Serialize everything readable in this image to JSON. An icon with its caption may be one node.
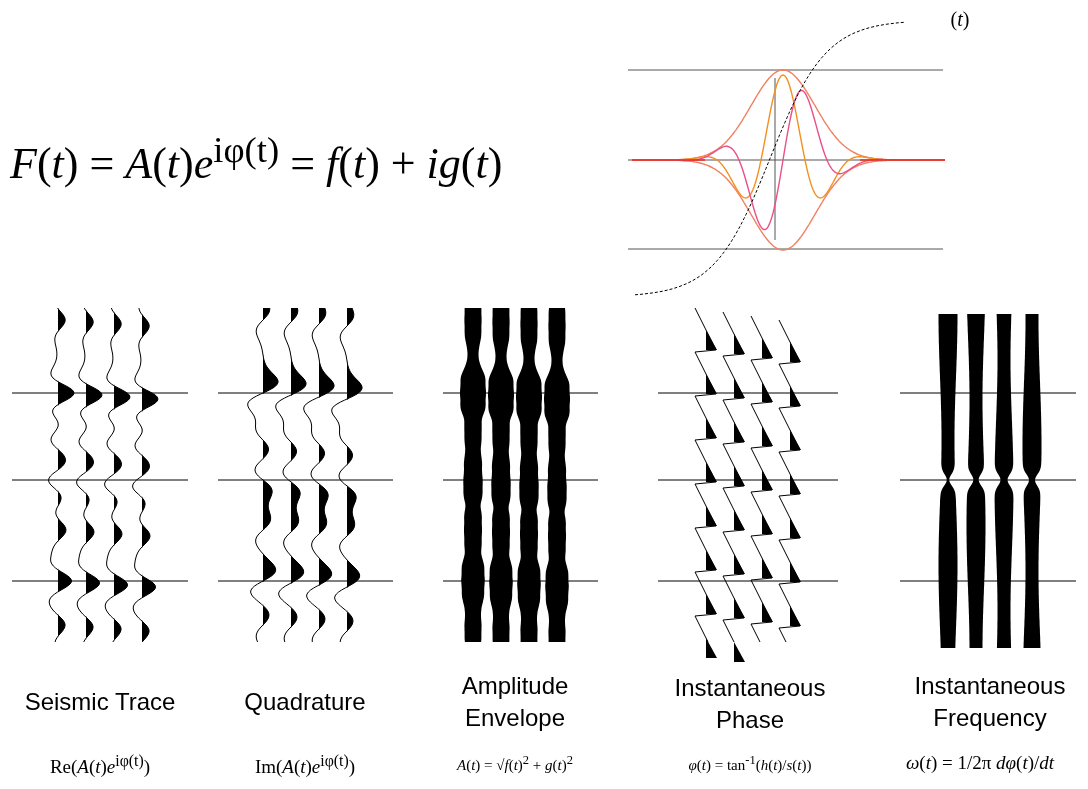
{
  "diagram": {
    "labels": [
      "*F*(*t*) = *A*(*t*)*e*$^{iφ(t)}$ = *f*(*t*) + *ig*(*t*)",
      "(*t*)",
      "Seismic Trace",
      "Quadrature",
      "Amplitude Envelope",
      "Instantaneous Phase",
      "Instantaneous Frequency",
      "Re(*A*(*t*)*e*$^{iφ(t)}$)",
      "Im(*A*(*t*)*e*$^{iφ(t)}$)",
      "*A*(*t*) = √*f*(*t*)$^{2}$ + *g*(*t*)$^{2}$",
      "*φ*(*t*) = tan$^{-1}$(*h*(*t*)/*s*(*t*))",
      "*ω*(*t*) = 1/2π *dφ*(*t*)/*dt*"
    ]
  }
}
